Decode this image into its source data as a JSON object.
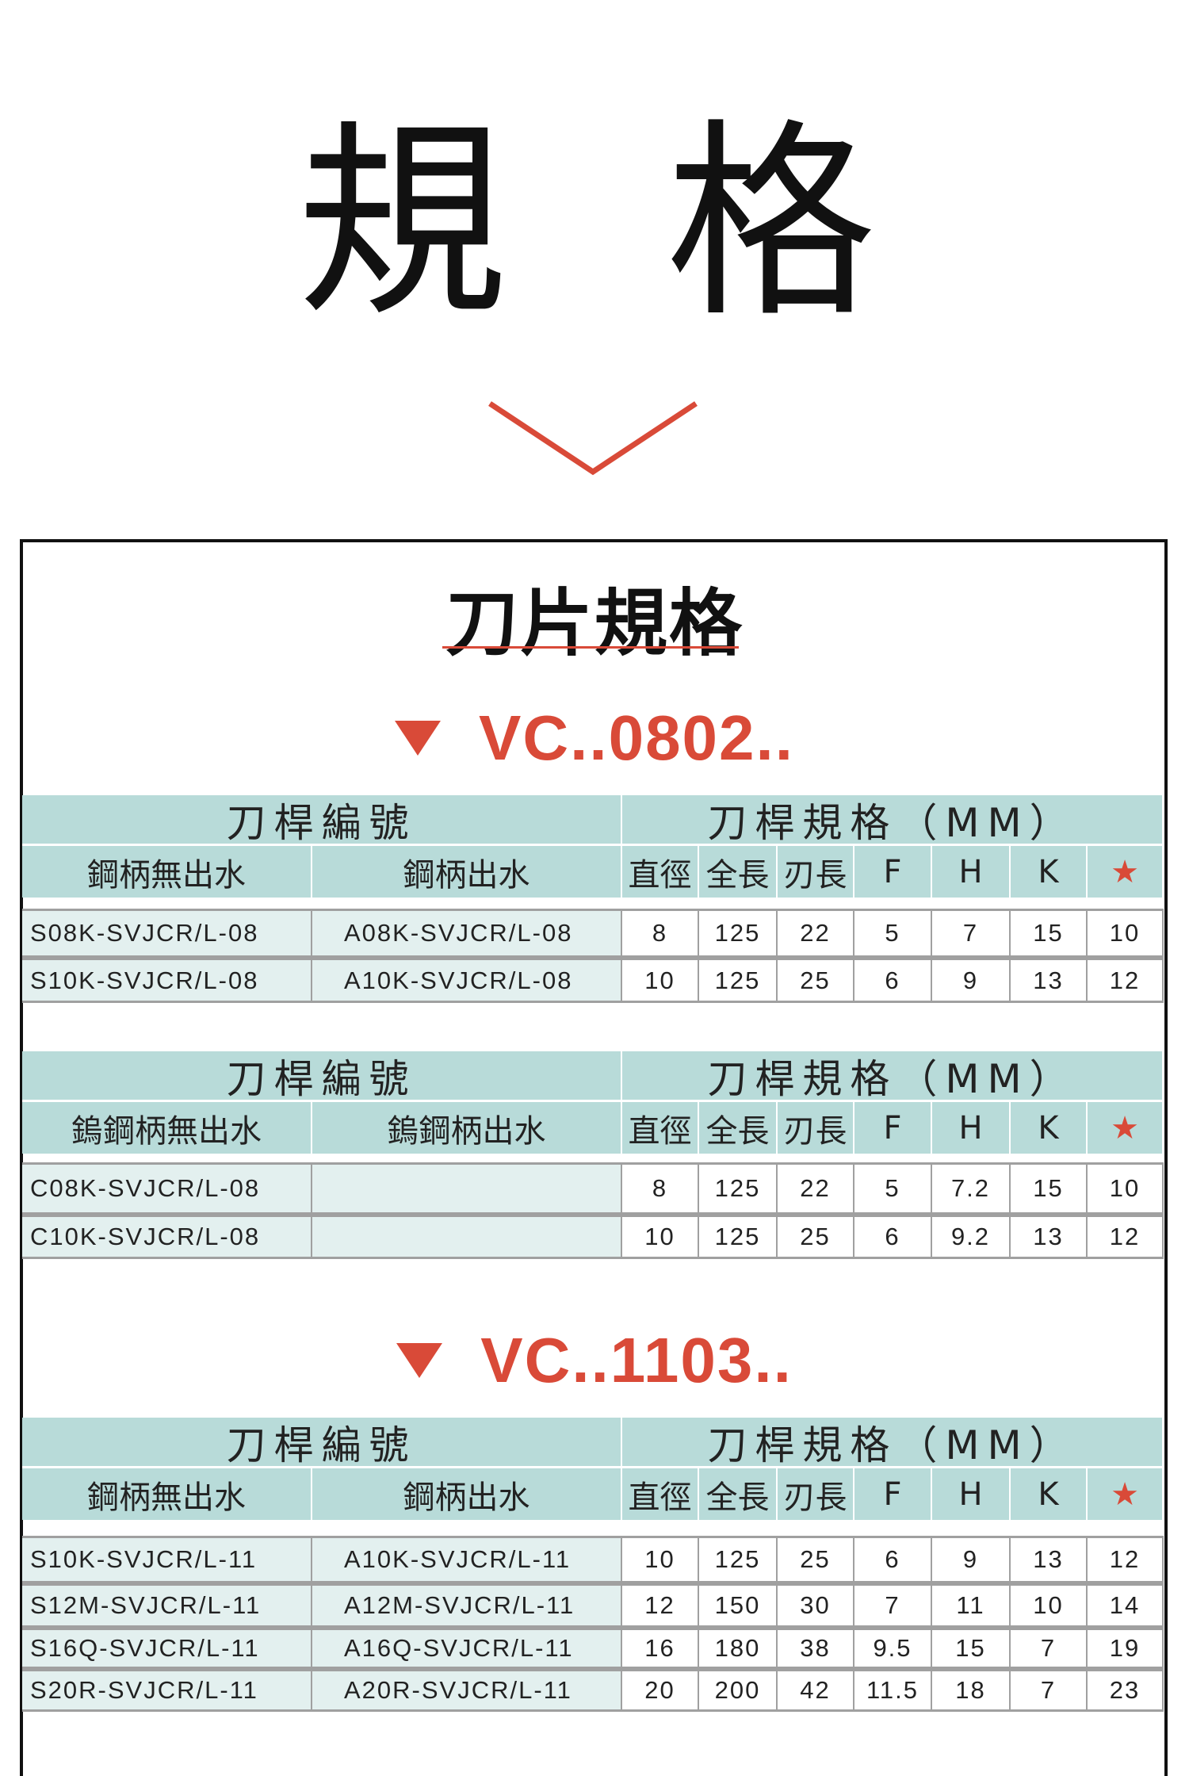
{
  "header": {
    "title_chars": [
      "規",
      "格"
    ]
  },
  "section_title": "刀片規格",
  "colors": {
    "accent": "#d94a38",
    "header_bg": "#b8dbd9",
    "cell_bg": "#e3f0ef"
  },
  "tables": [
    {
      "model": "VC..0802..",
      "group1": "刀桿編號",
      "group2": "刀桿規格（MM）",
      "columns": [
        "鋼柄無出水",
        "鋼柄出水",
        "直徑",
        "全長",
        "刃長",
        "F",
        "H",
        "K",
        "★"
      ],
      "rows": [
        [
          "S08K-SVJCR/L-08",
          "A08K-SVJCR/L-08",
          "8",
          "125",
          "22",
          "5",
          "7",
          "15",
          "10"
        ],
        [
          "S10K-SVJCR/L-08",
          "A10K-SVJCR/L-08",
          "10",
          "125",
          "25",
          "6",
          "9",
          "13",
          "12"
        ]
      ]
    },
    {
      "model": "",
      "group1": "刀桿編號",
      "group2": "刀桿規格（MM）",
      "columns": [
        "鎢鋼柄無出水",
        "鎢鋼柄出水",
        "直徑",
        "全長",
        "刃長",
        "F",
        "H",
        "K",
        "★"
      ],
      "rows": [
        [
          "C08K-SVJCR/L-08",
          "",
          "8",
          "125",
          "22",
          "5",
          "7.2",
          "15",
          "10"
        ],
        [
          "C10K-SVJCR/L-08",
          "",
          "10",
          "125",
          "25",
          "6",
          "9.2",
          "13",
          "12"
        ]
      ]
    },
    {
      "model": "VC..1103..",
      "group1": "刀桿編號",
      "group2": "刀桿規格（MM）",
      "columns": [
        "鋼柄無出水",
        "鋼柄出水",
        "直徑",
        "全長",
        "刃長",
        "F",
        "H",
        "K",
        "★"
      ],
      "rows": [
        [
          "S10K-SVJCR/L-11",
          "A10K-SVJCR/L-11",
          "10",
          "125",
          "25",
          "6",
          "9",
          "13",
          "12"
        ],
        [
          "S12M-SVJCR/L-11",
          "A12M-SVJCR/L-11",
          "12",
          "150",
          "30",
          "7",
          "11",
          "10",
          "14"
        ],
        [
          "S16Q-SVJCR/L-11",
          "A16Q-SVJCR/L-11",
          "16",
          "180",
          "38",
          "9.5",
          "15",
          "7",
          "19"
        ],
        [
          "S20R-SVJCR/L-11",
          "A20R-SVJCR/L-11",
          "20",
          "200",
          "42",
          "11.5",
          "18",
          "7",
          "23"
        ]
      ]
    }
  ]
}
